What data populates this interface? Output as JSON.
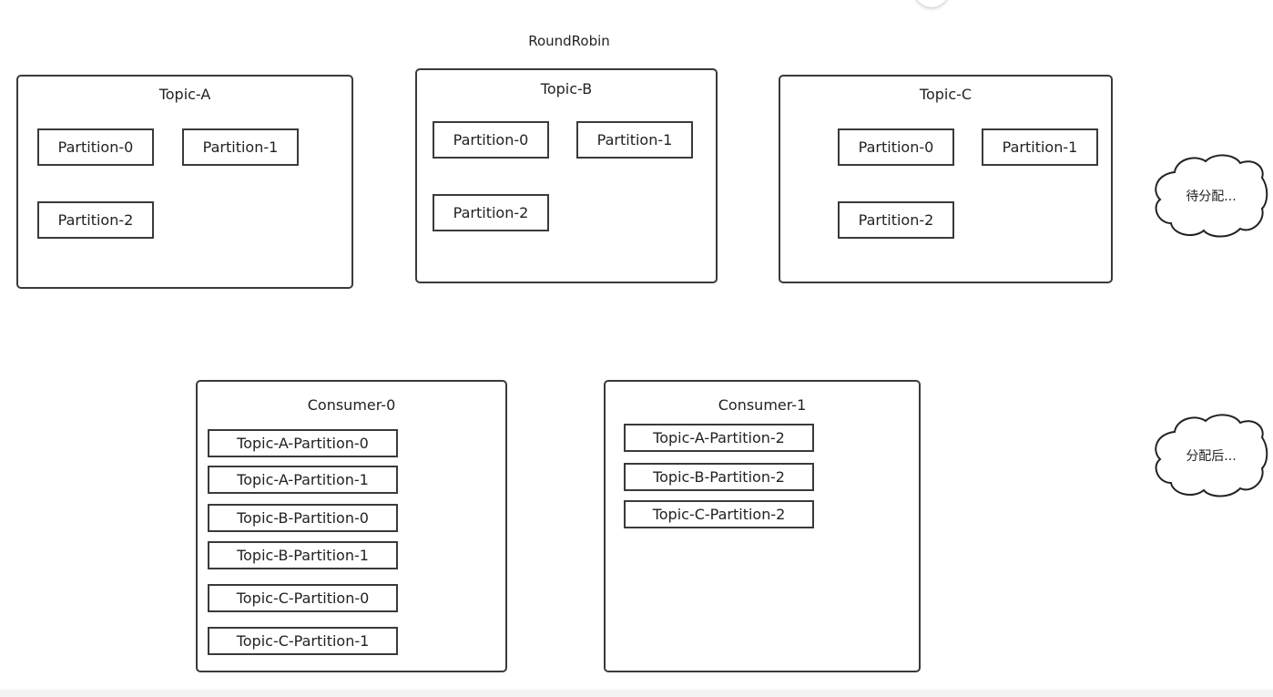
{
  "title": "RoundRobin",
  "topics": [
    {
      "name": "Topic-A",
      "partitions": [
        "Partition-0",
        "Partition-1",
        "Partition-2"
      ]
    },
    {
      "name": "Topic-B",
      "partitions": [
        "Partition-0",
        "Partition-1",
        "Partition-2"
      ]
    },
    {
      "name": "Topic-C",
      "partitions": [
        "Partition-0",
        "Partition-1",
        "Partition-2"
      ]
    }
  ],
  "consumers": [
    {
      "name": "Consumer-0",
      "partitions": [
        "Topic-A-Partition-0",
        "Topic-A-Partition-1",
        "Topic-B-Partition-0",
        "Topic-B-Partition-1",
        "Topic-C-Partition-0",
        "Topic-C-Partition-1"
      ]
    },
    {
      "name": "Consumer-1",
      "partitions": [
        "Topic-A-Partition-2",
        "Topic-B-Partition-2",
        "Topic-C-Partition-2"
      ]
    }
  ],
  "clouds": {
    "pending": "待分配...",
    "assigned": "分配后..."
  }
}
